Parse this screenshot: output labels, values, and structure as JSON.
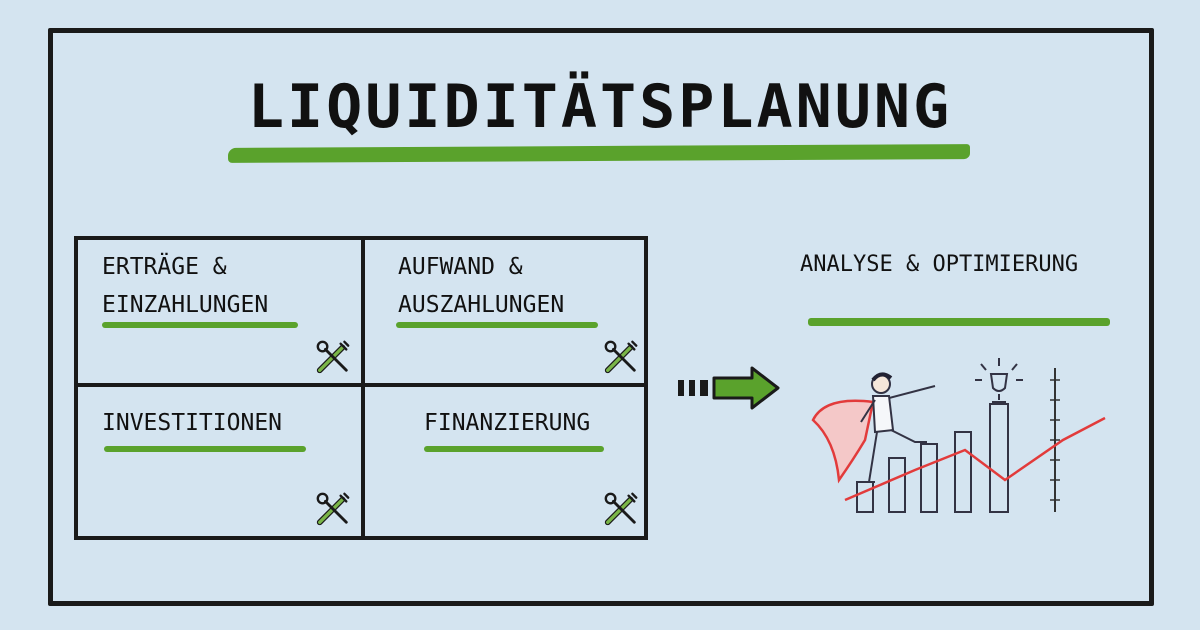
{
  "title": "LIQUIDITÄTSPLANUNG",
  "cells": {
    "ertraege": {
      "line1": "ERTRÄGE &",
      "line2": "EINZAHLUNGEN"
    },
    "aufwand": {
      "line1": "AUFWAND &",
      "line2": "AUSZAHLUNGEN"
    },
    "investitionen": {
      "label": "INVESTITIONEN"
    },
    "finanzierung": {
      "label": "FINANZIERUNG"
    }
  },
  "analyse": {
    "label": "ANALYSE & OPTIMIERUNG"
  },
  "colors": {
    "accent": "#5aa22c",
    "ink": "#1a1a1a",
    "background": "#d4e4f0",
    "trend": "#e23b3b"
  },
  "icons": [
    "tools-icon",
    "dashed-arrow-icon",
    "growth-chart-icon",
    "trophy-icon"
  ]
}
